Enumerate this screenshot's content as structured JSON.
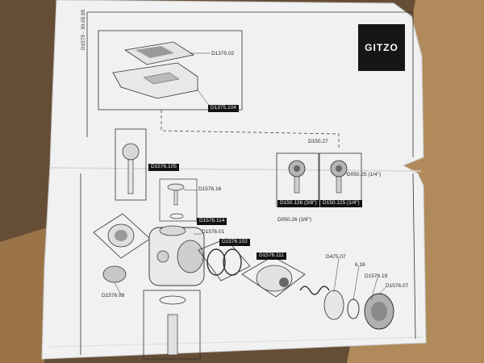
{
  "doc_code": "D1575 - 30.05.95",
  "brand": "GITZO",
  "parts": {
    "d1375_02": "D1375.02",
    "d1375_104": "D1375.104",
    "d150_27": "D150.27",
    "d1576_105": "D1576.105",
    "d1576_16": "D1576.16",
    "d1576_114": "D1576.114",
    "d050_25": "D050.25 (1/4\")",
    "d150_126": "D150.126 (3/8\")",
    "d150_125": "D150.125 (1/4\")",
    "d050_26": "D050.26 (3/8\")",
    "d1576_01": "D1576.01",
    "d1576_102": "D1576.102",
    "d1576_111": "D1576.111",
    "d475_07": "D475.07",
    "p6_18": "6.18",
    "d1576_19": "D1576.19",
    "d1576_07": "D1576.07",
    "d1576_08": "D1576.08"
  }
}
